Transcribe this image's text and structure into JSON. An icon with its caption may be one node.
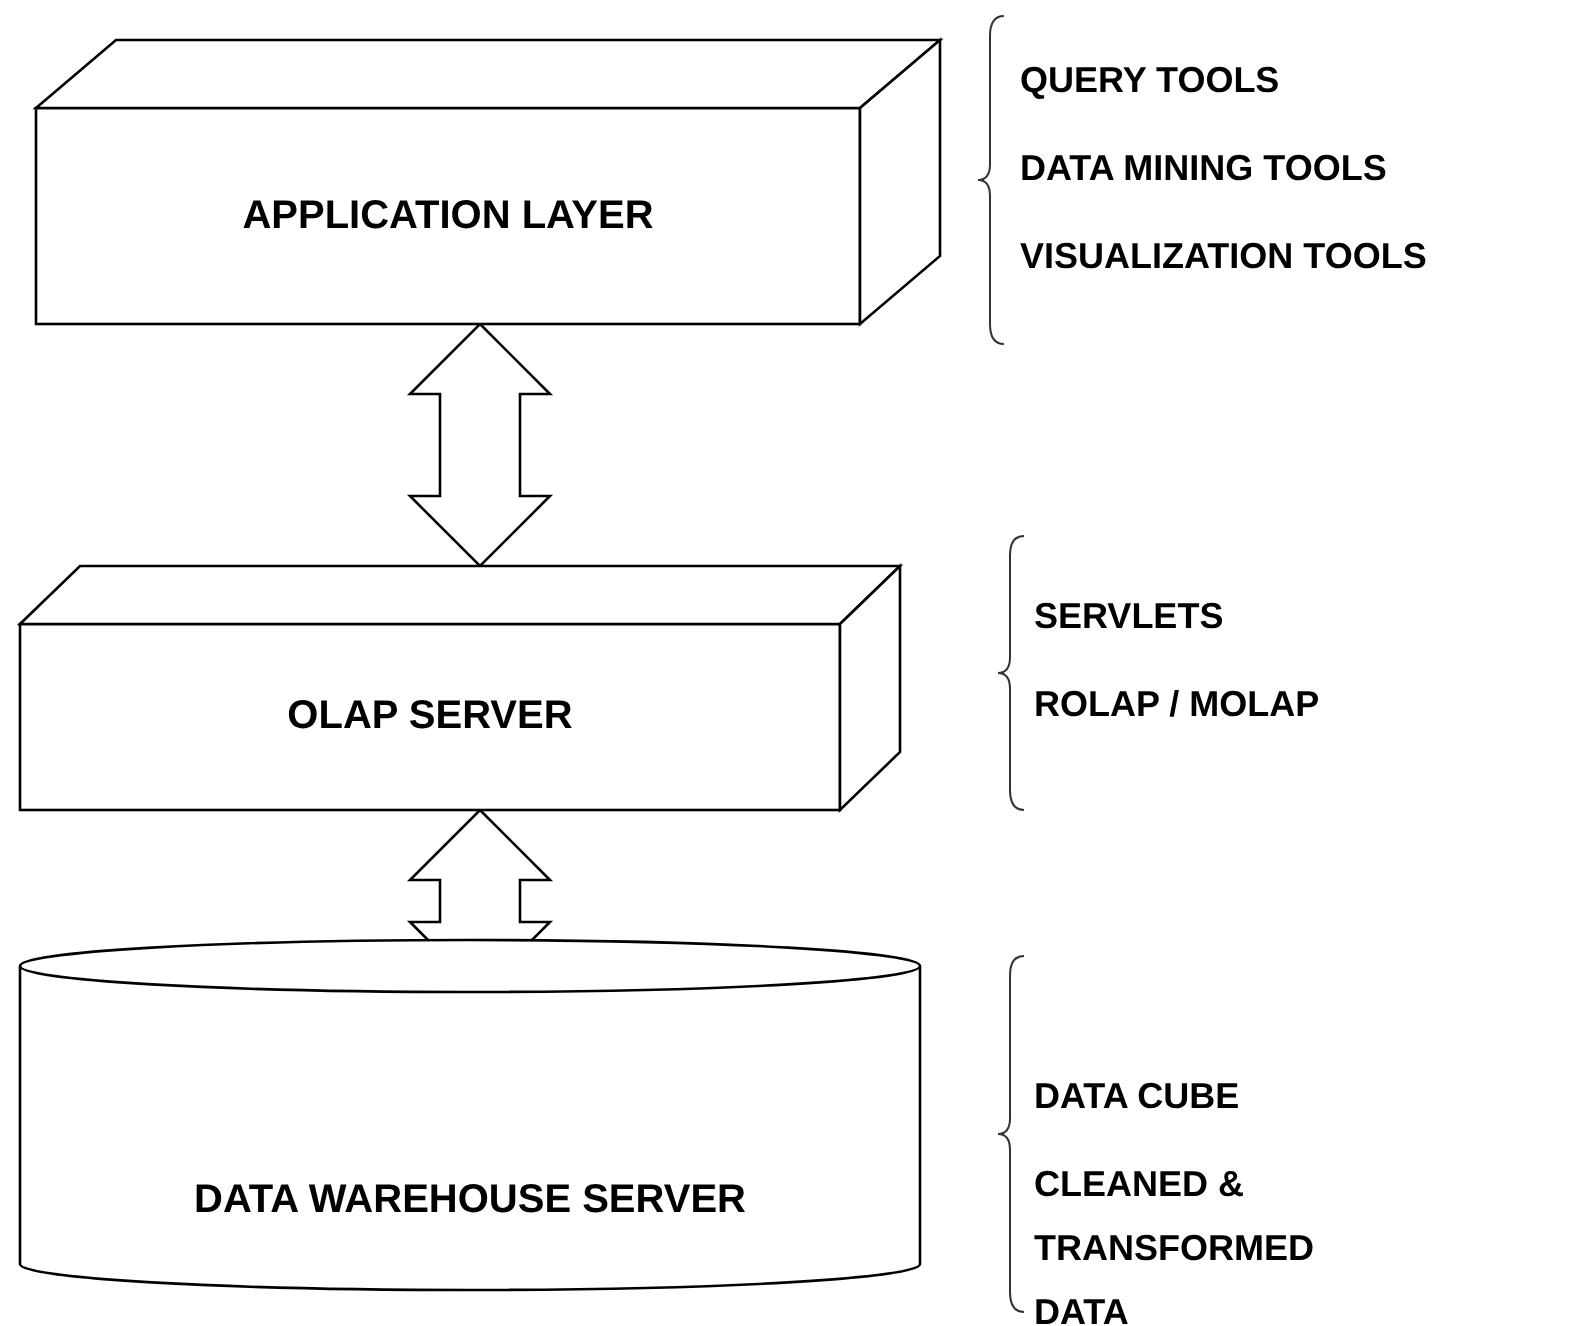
{
  "diagram": {
    "nodes": [
      {
        "text": [
          "APPLICATION LAYER"
        ],
        "beside": [
          "QUERY TOOLS",
          "DATA MINING TOOLS",
          "VISUALIZATION TOOLS"
        ]
      },
      {
        "text": [
          "OLAP SERVER"
        ],
        "beside": [
          "SERVLETS",
          "ROLAP / MOLAP"
        ]
      },
      {
        "text": [
          "DATA WAREHOUSE SERVER"
        ],
        "beside": [
          "DATA CUBE",
          "CLEANED & TRANSFORMED DATA"
        ]
      }
    ],
    "edges": [
      {
        "from": 0,
        "to": 1,
        "arrow": "both"
      },
      {
        "from": 1,
        "to": 2,
        "arrow": "both"
      }
    ]
  }
}
